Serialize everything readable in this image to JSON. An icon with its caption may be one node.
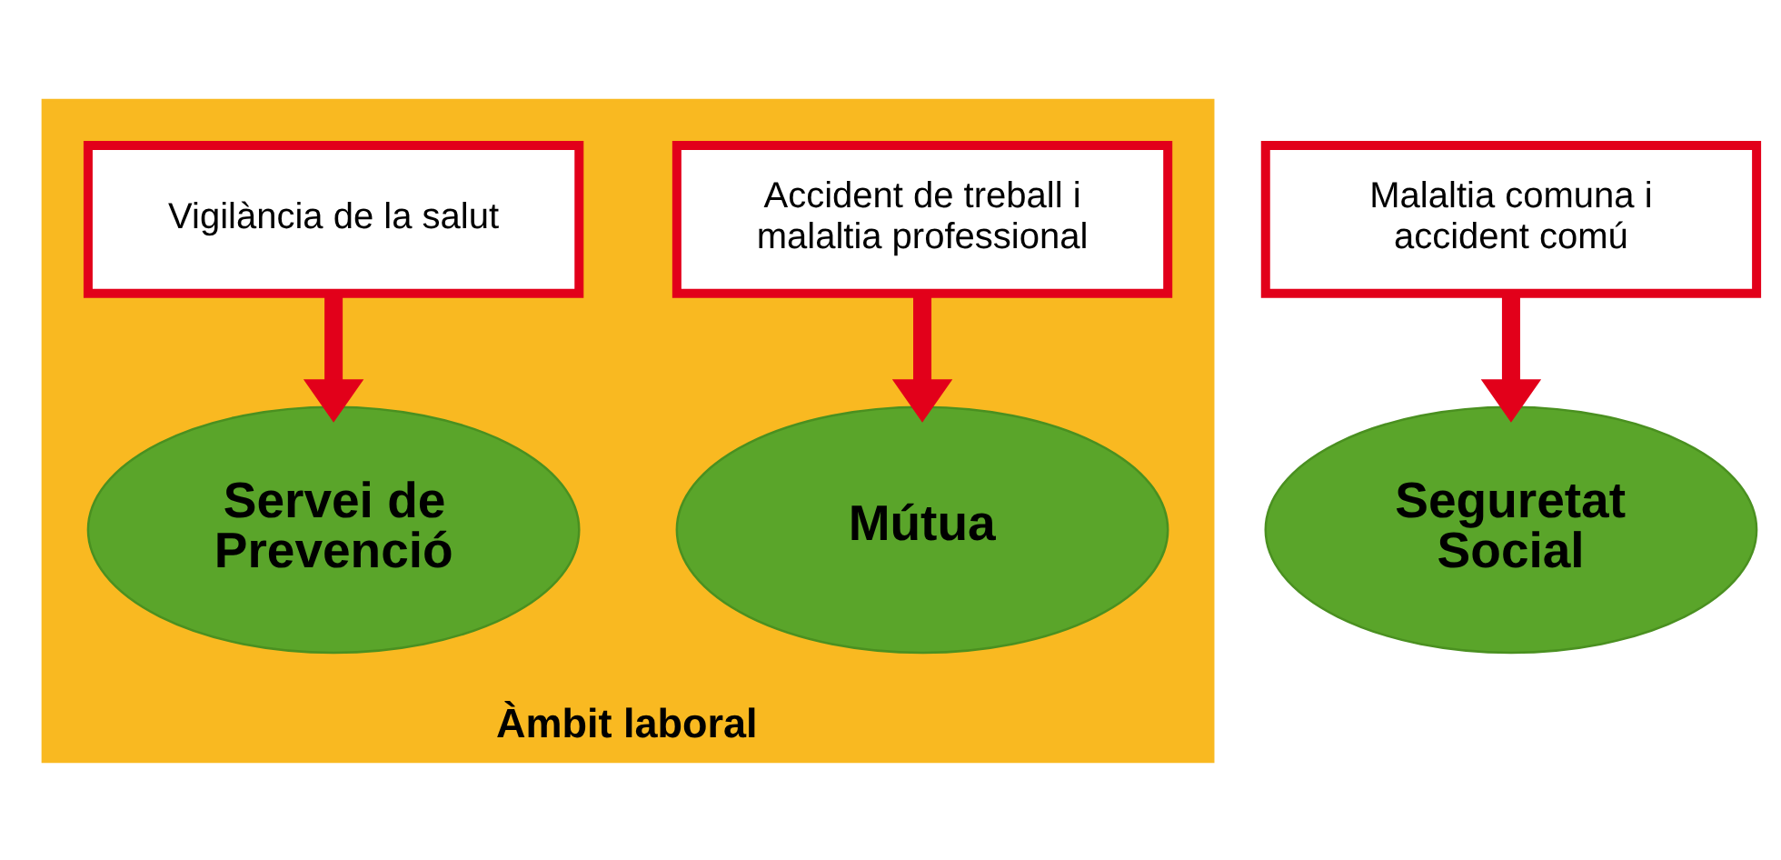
{
  "diagram": {
    "nodes": [
      {
        "text": [
          "Àmbit laboral"
        ]
      },
      {
        "text": [
          "Accident de treball i malaltia professional"
        ],
        "in": 0
      },
      {
        "text": [
          "Mútua"
        ],
        "in": 0
      },
      {
        "text": [
          "Vigilància de la salut"
        ],
        "in": 0
      },
      {
        "text": [
          "Servei de Prevenció"
        ],
        "in": 0
      },
      {
        "text": [
          "Malaltia comuna i accident comú"
        ]
      },
      {
        "text": [
          "Seguretat Social"
        ]
      }
    ],
    "edges": [
      {
        "from": 1,
        "to": 2,
        "arrow": "to"
      },
      {
        "from": 3,
        "to": 4,
        "arrow": "to"
      },
      {
        "from": 5,
        "to": 6,
        "arrow": "to"
      }
    ]
  }
}
